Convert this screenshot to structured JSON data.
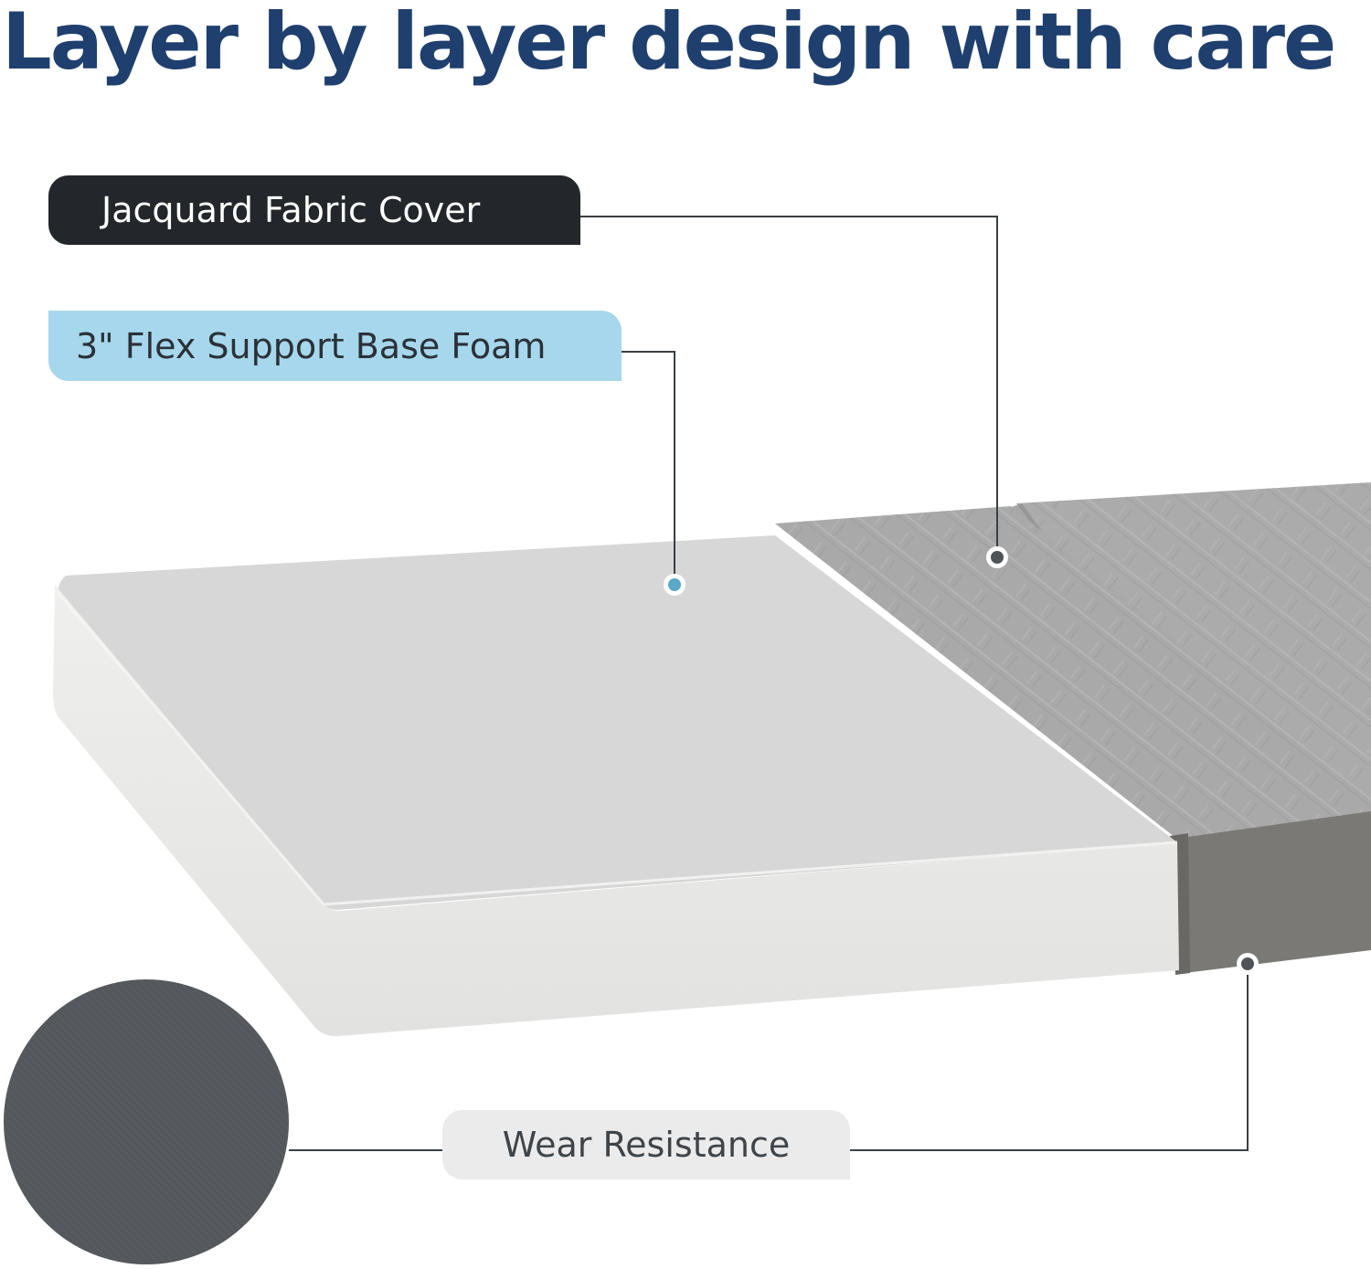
{
  "headline": "Layer by layer design with care",
  "callouts": {
    "cover": "Jacquard Fabric Cover",
    "base_foam": "3\" Flex Support Base Foam",
    "wear": "Wear Resistance"
  },
  "colors": {
    "headline": "#1f3f6e",
    "cover_label_bg": "#23272b",
    "cover_label_text": "#ffffff",
    "foam_label_bg": "#a6d7ec",
    "foam_label_text": "#2b3138",
    "wear_label_bg": "#ebebeb",
    "wear_label_text": "#3f4449",
    "leader_line": "#3a3f44",
    "foam_dot": "#5aa8c8",
    "cover_dot": "#505458",
    "foam_top": "#d6d6d6",
    "foam_side": "#e9e9e7",
    "fabric_top": "#a9a9a9",
    "fabric_side": "#7a7874",
    "swatch": "#54575b"
  },
  "icons": {
    "cover_marker": "marker-dot-icon",
    "foam_marker": "marker-dot-icon",
    "side_marker": "marker-dot-icon"
  }
}
